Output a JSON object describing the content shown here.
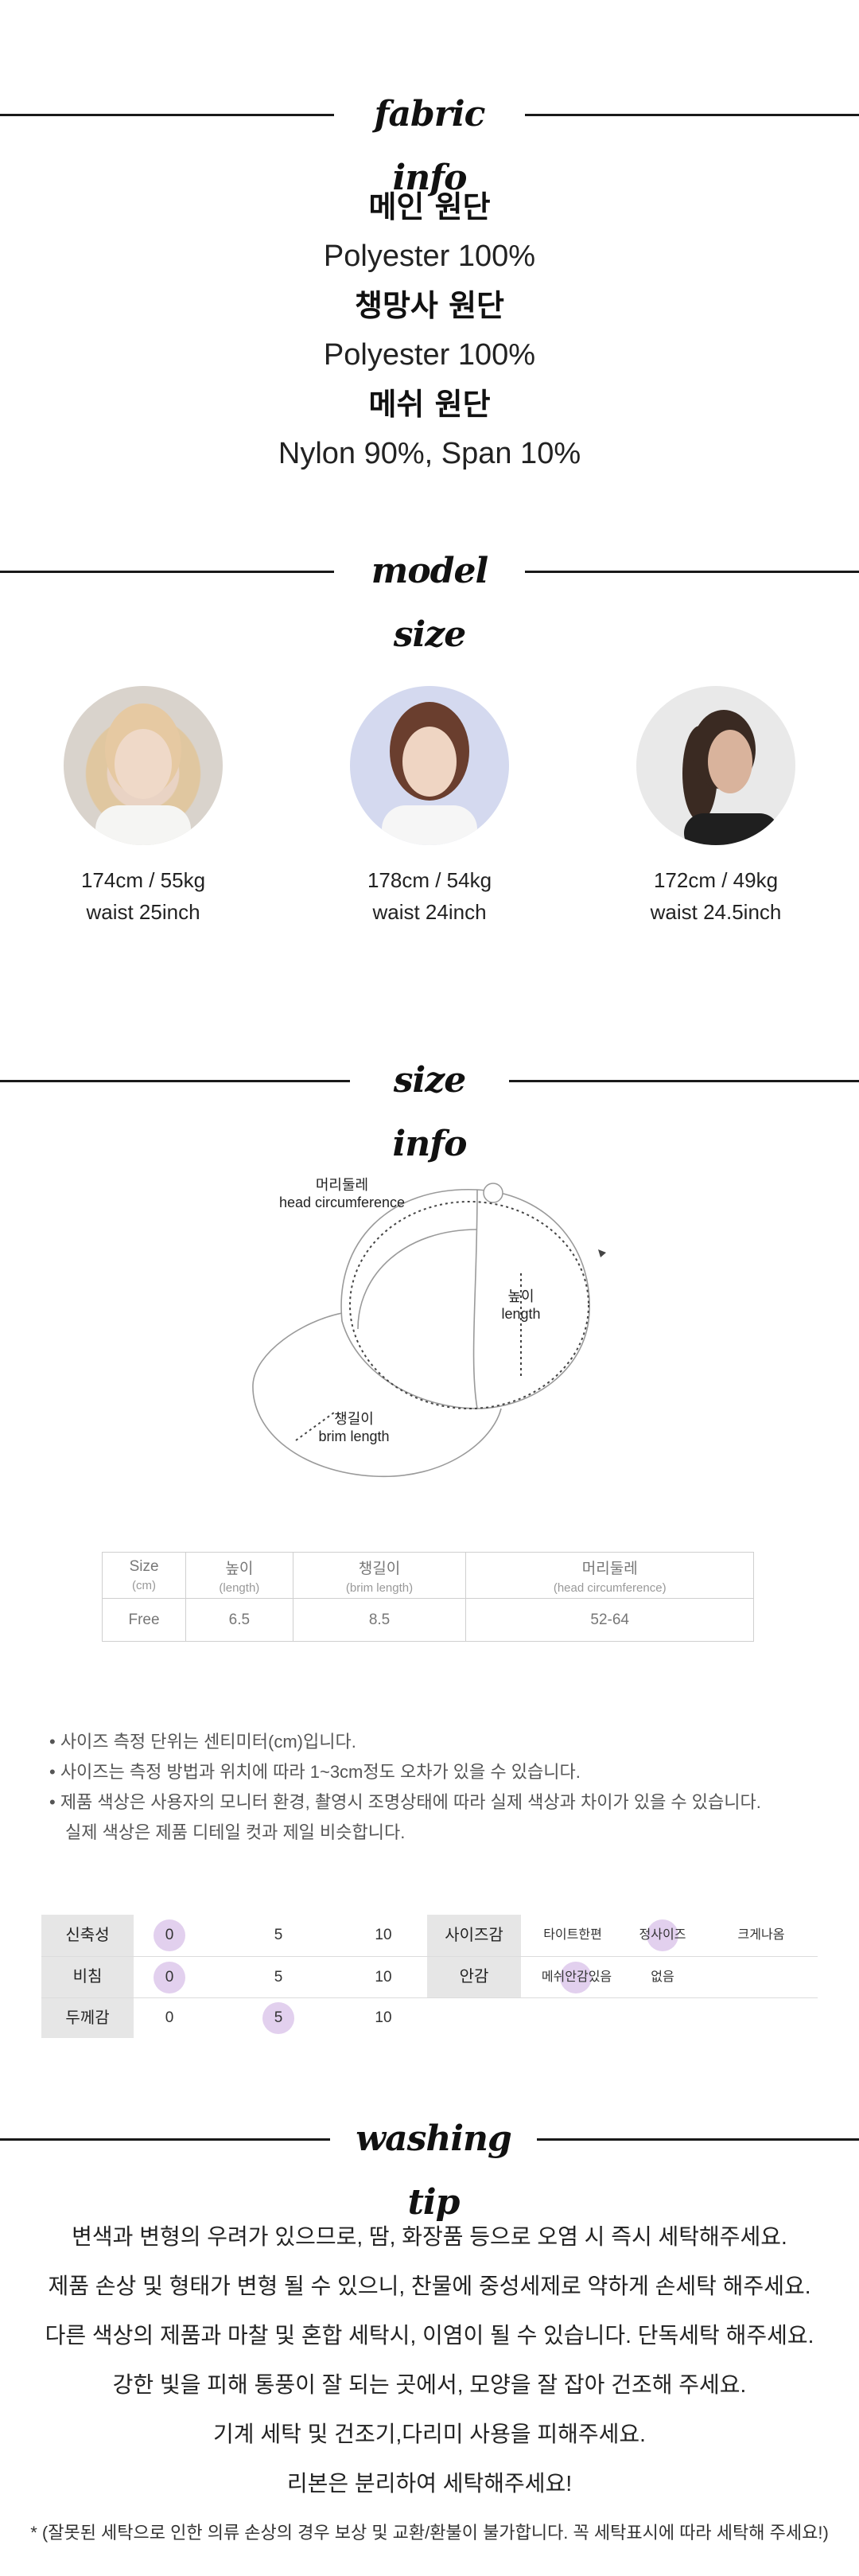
{
  "sections": {
    "fabric_title": "fabric info",
    "model_title": "model size",
    "size_title": "size info",
    "washing_title": "washing tip"
  },
  "fabric": [
    {
      "label": "메인 원단",
      "value": "Polyester 100%"
    },
    {
      "label": "챙망사 원단",
      "value": "Polyester 100%"
    },
    {
      "label": "메쉬 원단",
      "value": "Nylon 90%, Span 10%"
    }
  ],
  "models": [
    {
      "size": "174cm / 55kg",
      "waist": "waist 25inch"
    },
    {
      "size": "178cm / 54kg",
      "waist": "waist 24inch"
    },
    {
      "size": "172cm / 49kg",
      "waist": "waist 24.5inch"
    }
  ],
  "diagram": {
    "head_ko": "머리둘레",
    "head_en": "head circumference",
    "height_ko": "높이",
    "height_en": "length",
    "brim_ko": "챙길이",
    "brim_en": "brim length"
  },
  "size_table": {
    "headers": [
      {
        "main": "Size",
        "sub": "(cm)"
      },
      {
        "main": "높이",
        "sub": "(length)"
      },
      {
        "main": "챙길이",
        "sub": "(brim length)"
      },
      {
        "main": "머리둘레",
        "sub": "(head circumference)"
      }
    ],
    "row": [
      "Free",
      "6.5",
      "8.5",
      "52-64"
    ]
  },
  "notes": [
    "• 사이즈 측정 단위는 센티미터(cm)입니다.",
    "• 사이즈는 측정 방법과 위치에 따라 1~3cm정도 오차가 있을 수 있습니다.",
    "• 제품 색상은 사용자의 모니터 환경, 촬영시 조명상태에 따라 실제 색상과 차이가 있을 수 있습니다.",
    "  실제 색상은 제품 디테일 컷과 제일 비슷합니다."
  ],
  "ratings": {
    "stretch": {
      "label": "신축성",
      "scale": [
        "0",
        "5",
        "10"
      ],
      "selected": 0
    },
    "sheer": {
      "label": "비침",
      "scale": [
        "0",
        "5",
        "10"
      ],
      "selected": 0
    },
    "thickness": {
      "label": "두께감",
      "scale": [
        "0",
        "5",
        "10"
      ],
      "selected": 1
    },
    "fit": {
      "label": "사이즈감",
      "options": [
        "타이트한편",
        "정사이즈",
        "크게나옴"
      ],
      "selected": 1
    },
    "lining": {
      "label": "안감",
      "options": [
        "메쉬안감있음",
        "없음"
      ],
      "selected": 0
    }
  },
  "washing": [
    "변색과 변형의 우려가 있으므로, 땀, 화장품 등으로 오염 시 즉시 세탁해주세요.",
    "제품 손상 및 형태가 변형 될 수 있으니, 찬물에 중성세제로 약하게 손세탁 해주세요.",
    "다른 색상의 제품과 마찰 및 혼합 세탁시, 이염이 될 수 있습니다. 단독세탁 해주세요.",
    "강한 빛을 피해 통풍이 잘 되는 곳에서, 모양을 잘 잡아 건조해 주세요.",
    "기계 세탁 및 건조기,다리미 사용을 피해주세요.",
    "리본은 분리하여 세탁해주세요!"
  ],
  "washing_note": "* (잘못된 세탁으로 인한 의류 손상의 경우 보상 및 교환/환불이 불가합니다. 꼭 세탁표시에 따라 세탁해 주세요!)"
}
